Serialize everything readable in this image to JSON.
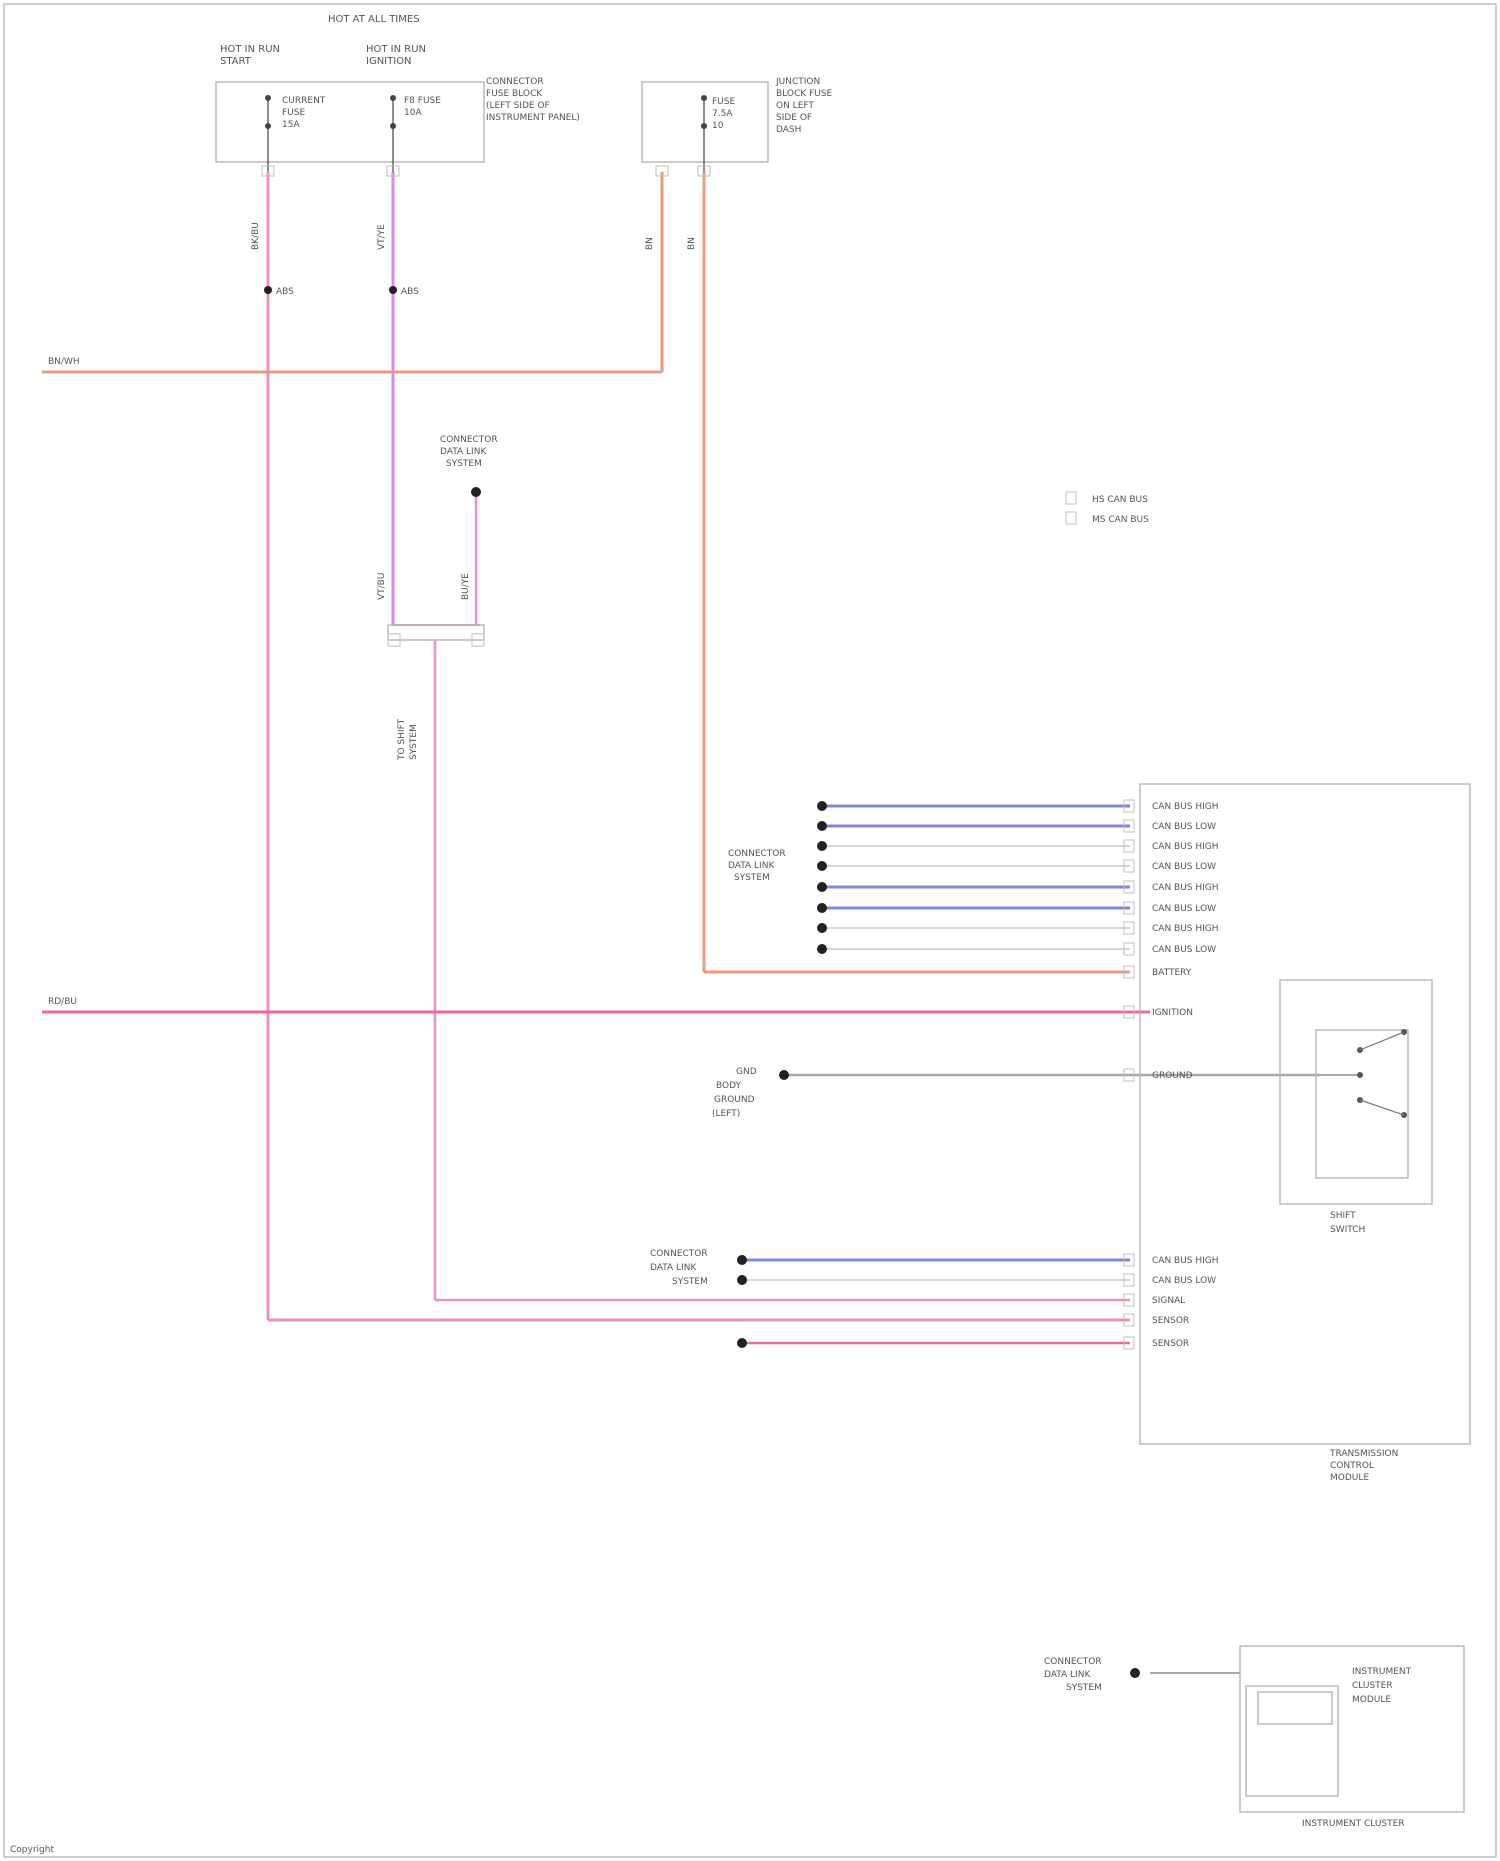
{
  "colors": {
    "pink": "#ec8fc3",
    "violet": "#d88ce6",
    "orange": "#ec9a7c",
    "red": "#f06a95",
    "blue": "#7f86d6",
    "gray": "#a9a9a9",
    "frame": "#bdbdbd"
  },
  "modules": {
    "fuse_block": {
      "top": "HOT AT ALL TIMES",
      "left_header": "HOT IN RUN",
      "left_sub": "START",
      "right_header": "HOT IN RUN",
      "right_sub": "IGNITION",
      "fuse1": [
        "CURRENT",
        "FUSE",
        "15A"
      ],
      "fuse2": [
        "F8 FUSE",
        "10A",
        ""
      ],
      "desc": [
        "CONNECTOR",
        "FUSE BLOCK",
        "(LEFT SIDE OF",
        "INSTRUMENT PANEL)"
      ]
    },
    "jb_block": {
      "fuse": [
        "FUSE",
        "7.5A",
        "10"
      ],
      "desc": [
        "JUNCTION",
        "BLOCK FUSE",
        "ON LEFT",
        "SIDE OF",
        "DASH"
      ]
    },
    "ground_top": [
      "CONNECTOR",
      "DATA LINK",
      "SYSTEM"
    ],
    "side_labels": [
      "TO SHIFT",
      "SYSTEM"
    ],
    "tcm": {
      "pin_labels": [
        "CAN BUS HIGH",
        "CAN BUS LOW",
        "CAN BUS HIGH",
        "CAN BUS LOW",
        "CAN BUS HIGH",
        "CAN BUS LOW",
        "CAN BUS HIGH",
        "CAN BUS LOW",
        "BATTERY",
        "IGNITION",
        "GROUND",
        "CAN BUS HIGH",
        "CAN BUS LOW",
        "SIGNAL",
        "SENSOR",
        "SENSOR"
      ],
      "desc": [
        "TRANSMISSION",
        "CONTROL",
        "MODULE"
      ]
    },
    "switch": {
      "desc": [
        "SHIFT",
        "SWITCH"
      ]
    },
    "splice_label": [
      "CONNECTOR",
      "DATA LINK",
      "SYSTEM"
    ],
    "bottom_label": [
      "CONNECTOR",
      "DATA LINK",
      "SYSTEM"
    ],
    "ground_left": [
      "GND",
      "BODY",
      "GROUND",
      "(LEFT)"
    ],
    "legend": [
      "HS CAN BUS",
      "MS CAN BUS"
    ],
    "cluster": {
      "left": [
        "CONNECTOR",
        "DATA LINK",
        "SYSTEM"
      ],
      "inner": [
        "INSTRUMENT",
        "CLUSTER",
        "MODULE"
      ],
      "desc": "INSTRUMENT CLUSTER"
    }
  },
  "wires": {
    "top_left": "BK/BU",
    "top_right": "VT/YE",
    "jb_left": "BN",
    "jb_right": "BN",
    "ref1": "ABS",
    "ref2": "ABS",
    "orange_bus": "BN/WH",
    "pink_bus": "RD/BU",
    "splice_a": "VT/BU",
    "splice_b": "BU/YE"
  },
  "footer": "Copyright"
}
